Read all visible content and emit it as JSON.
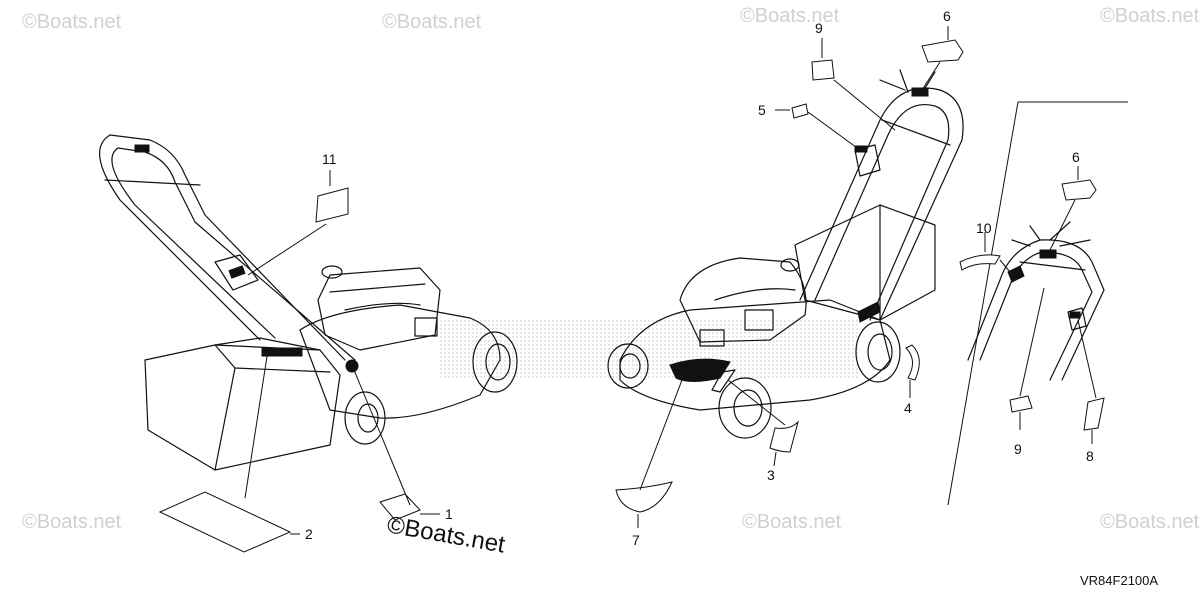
{
  "callouts": {
    "c1": "1",
    "c2": "2",
    "c3": "3",
    "c4": "4",
    "c5": "5",
    "c6a": "6",
    "c6b": "6",
    "c7": "7",
    "c8": "8",
    "c9a": "9",
    "c9b": "9",
    "c10": "10",
    "c11": "11"
  },
  "watermark": {
    "small": "©Boats.net",
    "main": "©Boats.net"
  },
  "figure_code": "VR84F2100A"
}
